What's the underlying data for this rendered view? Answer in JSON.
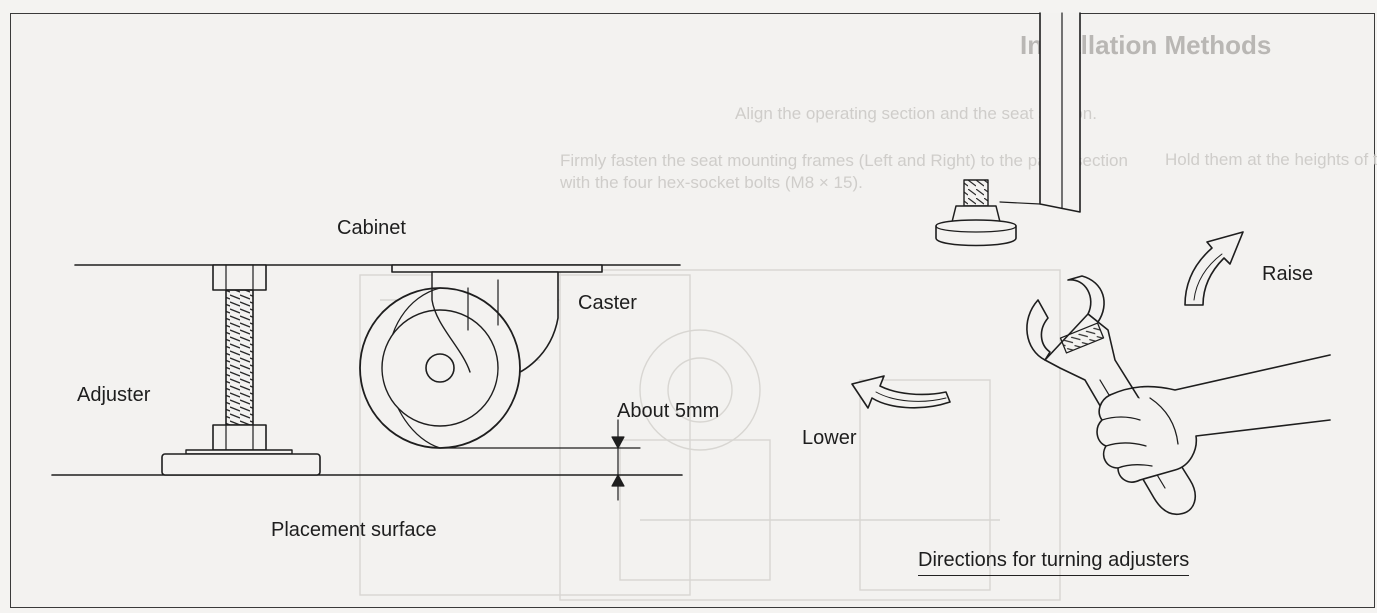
{
  "labels": {
    "cabinet": "Cabinet",
    "caster": "Caster",
    "adjuster": "Adjuster",
    "about_5mm": "About 5mm",
    "placement_surface": "Placement surface",
    "raise": "Raise",
    "lower": "Lower",
    "directions": "Directions for turning adjusters"
  },
  "bleed_through": {
    "heading": "Installation Methods",
    "line1": "Align the operating section and the seat section.",
    "line2": "Firmly fasten the seat mounting frames (Left and Right) to the panel section with the four hex-socket bolts (M8 × 15).",
    "line3": "Hold them at the heights of the"
  },
  "colors": {
    "ink": "#1e1e1e",
    "background": "#f3f2f0",
    "bleed_through": "#cfcdca"
  }
}
